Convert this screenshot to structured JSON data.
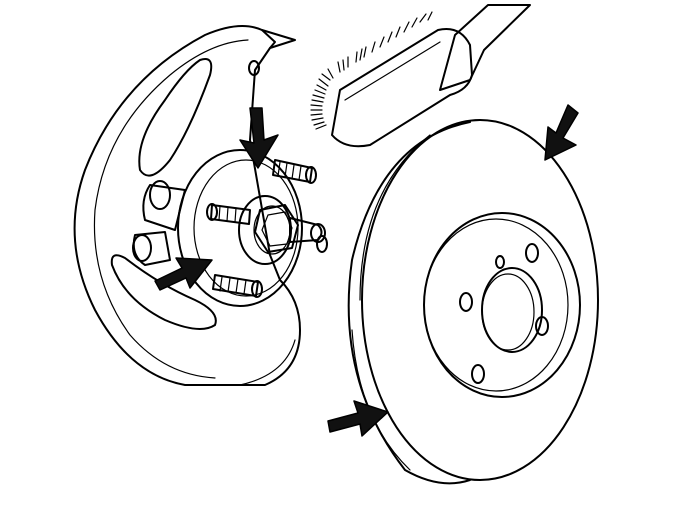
{
  "colors": {
    "line": "#000000",
    "background": "#ffffff",
    "arrow": "#111111"
  },
  "components": [
    {
      "name": "brake-backing-plate"
    },
    {
      "name": "wheel-hub-with-studs"
    },
    {
      "name": "wire-brush"
    },
    {
      "name": "brake-disc-rotor"
    }
  ],
  "arrows_count": 4
}
